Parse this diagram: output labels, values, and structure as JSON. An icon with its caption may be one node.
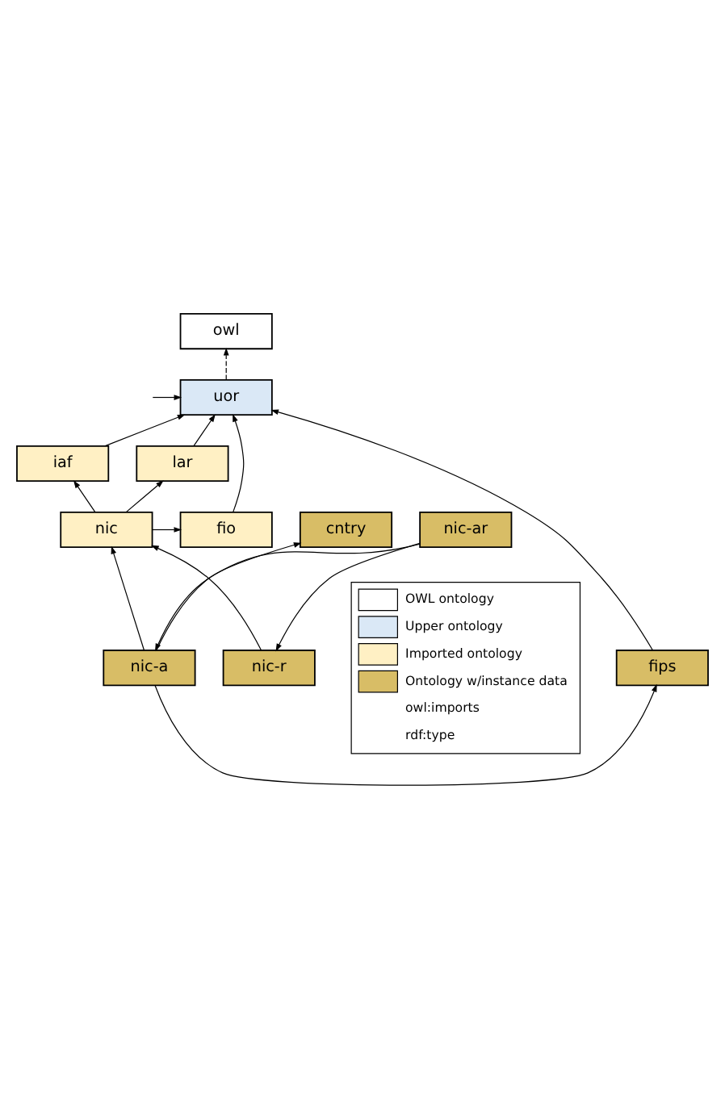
{
  "diagram": {
    "nodes": [
      {
        "text": [
          "owl"
        ]
      },
      {
        "text": [
          "uor"
        ]
      },
      {
        "text": [
          "iaf"
        ]
      },
      {
        "text": [
          "lar"
        ]
      },
      {
        "text": [
          "nic"
        ]
      },
      {
        "text": [
          "fio"
        ]
      },
      {
        "text": [
          "nic-r"
        ]
      },
      {
        "text": [
          "nic-a"
        ]
      },
      {
        "text": [
          "fips"
        ]
      },
      {
        "text": [
          "nic-ar"
        ]
      },
      {
        "text": [
          "cntry"
        ]
      }
    ],
    "edges": [
      {
        "from": 1,
        "to": 0,
        "arrow": "to",
        "style": "dashed"
      },
      {
        "from": null,
        "to": 1,
        "arrow": "to"
      },
      {
        "from": 8,
        "to": 1,
        "arrow": "to"
      },
      {
        "from": 5,
        "to": 1,
        "arrow": "to"
      },
      {
        "from": 3,
        "to": 1,
        "arrow": "to"
      },
      {
        "from": 2,
        "to": 1,
        "arrow": "to"
      },
      {
        "from": 4,
        "to": 2,
        "arrow": "to"
      },
      {
        "from": 4,
        "to": 3,
        "arrow": "to"
      },
      {
        "from": 4,
        "to": 5,
        "arrow": "to"
      },
      {
        "from": 6,
        "to": 4,
        "arrow": "to"
      },
      {
        "from": 7,
        "to": 4,
        "arrow": "to"
      },
      {
        "from": 7,
        "to": 8,
        "arrow": "to"
      },
      {
        "from": 9,
        "to": 6,
        "arrow": "to"
      },
      {
        "from": 9,
        "to": 7,
        "arrow": "to"
      },
      {
        "from": 7,
        "to": 10,
        "arrow": "to"
      }
    ],
    "legend": [
      {
        "text": "OWL ontology",
        "color": "#ffffff"
      },
      {
        "text": "Upper ontology",
        "color": "#dae8f6"
      },
      {
        "text": "Imported ontology",
        "color": "#fff0c4"
      },
      {
        "text": "Ontology w/instance data",
        "color": "#d8bd66"
      },
      {
        "text": "owl:imports"
      },
      {
        "text": "rdf:type"
      }
    ]
  }
}
